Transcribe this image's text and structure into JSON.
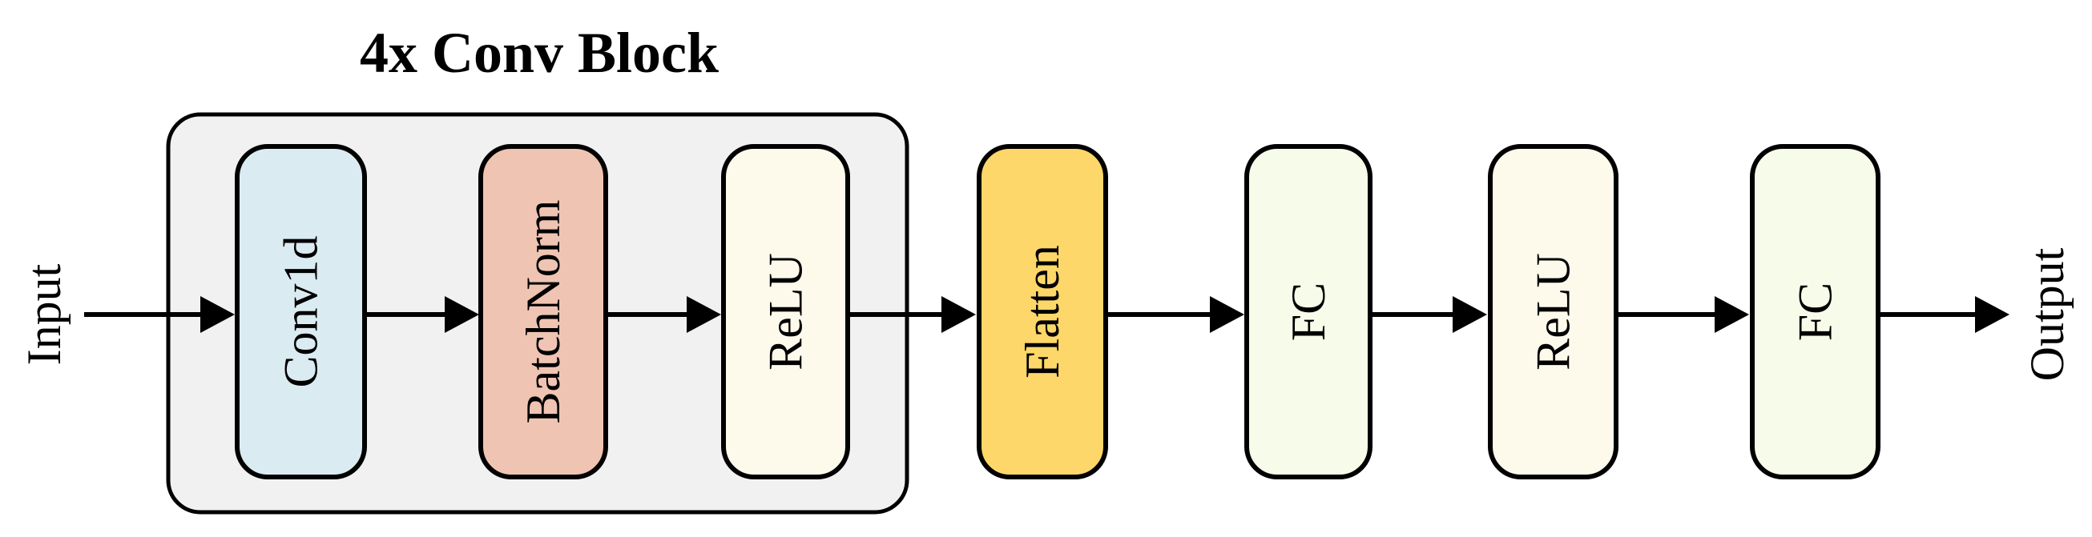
{
  "diagram": {
    "group_title": "4x Conv Block",
    "input_label": "Input",
    "output_label": "Output",
    "group_fill": "#f1f1f1",
    "stroke_color": "#000000",
    "blocks": {
      "conv1d": {
        "label": "Conv1d",
        "fill": "#dbebf2"
      },
      "batchnorm": {
        "label": "BatchNorm",
        "fill": "#f0c4b2"
      },
      "relu_1": {
        "label": "ReLU",
        "fill": "#fdfaec"
      },
      "flatten": {
        "label": "Flatten",
        "fill": "#fdd769"
      },
      "fc_1": {
        "label": "FC",
        "fill": "#f7fbe9"
      },
      "relu_2": {
        "label": "ReLU",
        "fill": "#fdfaec"
      },
      "fc_2": {
        "label": "FC",
        "fill": "#f7fbe9"
      }
    }
  }
}
